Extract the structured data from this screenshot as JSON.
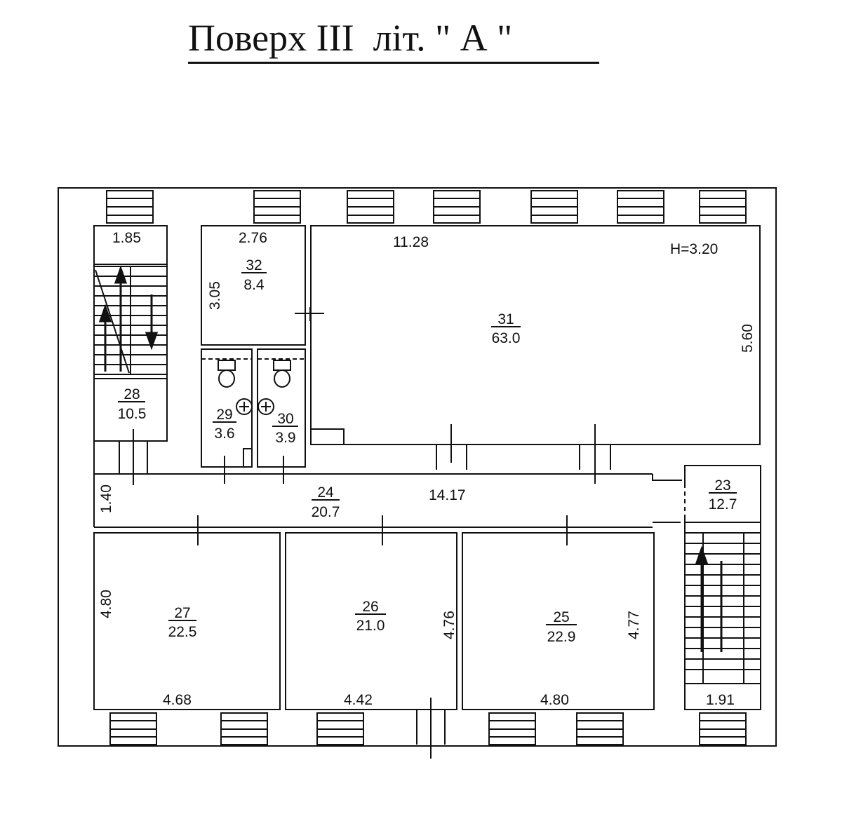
{
  "title": "Поверх III  літ. \" А \"",
  "height_note": "H=3.20",
  "rooms": [
    {
      "number": "23",
      "area": "12.7"
    },
    {
      "number": "24",
      "area": "20.7"
    },
    {
      "number": "25",
      "area": "22.9"
    },
    {
      "number": "26",
      "area": "21.0"
    },
    {
      "number": "27",
      "area": "22.5"
    },
    {
      "number": "28",
      "area": "10.5"
    },
    {
      "number": "29",
      "area": "3.6"
    },
    {
      "number": "30",
      "area": "3.9"
    },
    {
      "number": "31",
      "area": "63.0"
    },
    {
      "number": "32",
      "area": "8.4"
    }
  ],
  "dimensions": {
    "d185": "1.85",
    "d276": "2.76",
    "d1128": "11.28",
    "d305": "3.05",
    "d560": "5.60",
    "d140": "1.40",
    "d1417": "14.17",
    "d480v": "4.80",
    "d476": "4.76",
    "d477": "4.77",
    "d468": "4.68",
    "d442": "4.42",
    "d480h": "4.80",
    "d191": "1.91"
  }
}
